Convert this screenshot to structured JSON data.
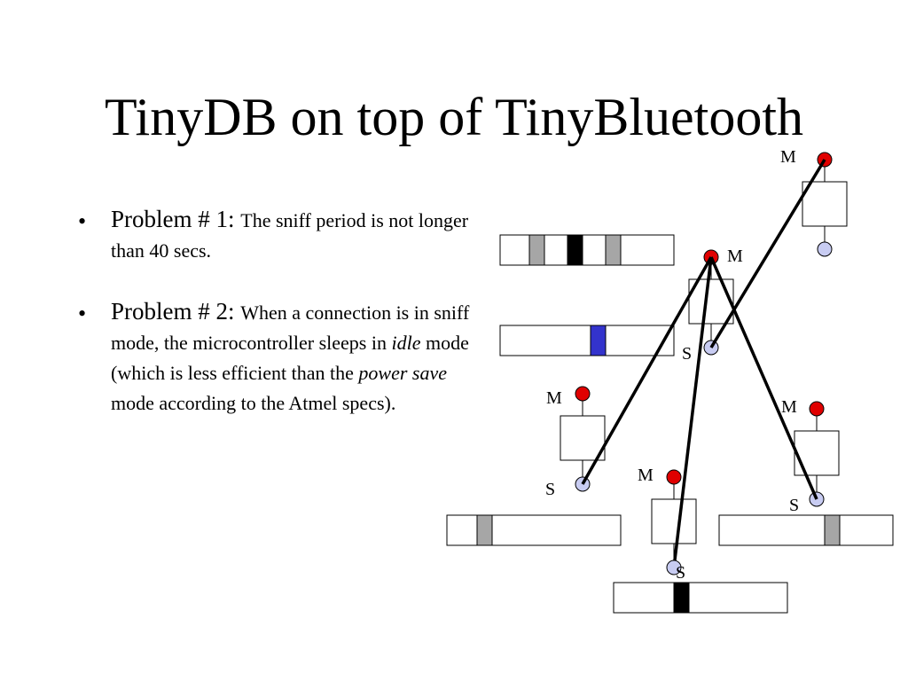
{
  "slide": {
    "title": "TinyDB on top of TinyBluetooth"
  },
  "bullets": [
    {
      "lead": "Problem # 1: ",
      "parts": [
        {
          "text": "The sniff period is not longer than 40 secs.",
          "italic": false
        }
      ]
    },
    {
      "lead": "Problem # 2: ",
      "parts": [
        {
          "text": "When a connection is in sniff mode, the microcontroller sleeps in ",
          "italic": false
        },
        {
          "text": "idle",
          "italic": true
        },
        {
          "text": " mode (which is less efficient than the ",
          "italic": false
        },
        {
          "text": "power save",
          "italic": true
        },
        {
          "text": " mode according to the Atmel specs).",
          "italic": false
        }
      ]
    }
  ],
  "diagram": {
    "master_label": "M",
    "slave_label": "S",
    "colors": {
      "master_node": "#e00000",
      "slave_node": "#c8ccf2",
      "gray_slot": "#a6a6a6",
      "black_slot": "#000000",
      "blue_slot": "#3333cc",
      "box_border": "#000000",
      "box_fill": "#ffffff"
    }
  }
}
